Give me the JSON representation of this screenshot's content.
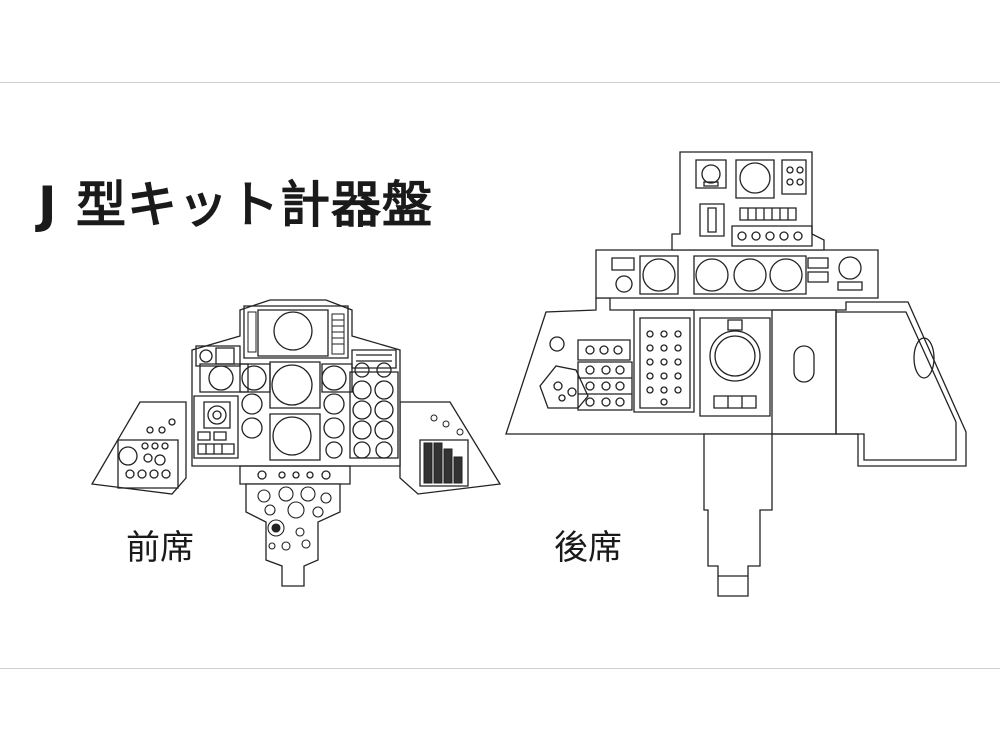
{
  "title": "J 型キット計器盤",
  "labels": {
    "front": "前席",
    "rear": "後席"
  },
  "colors": {
    "line": "#222222",
    "background": "#ffffff",
    "frame": "#cfcfcf"
  }
}
